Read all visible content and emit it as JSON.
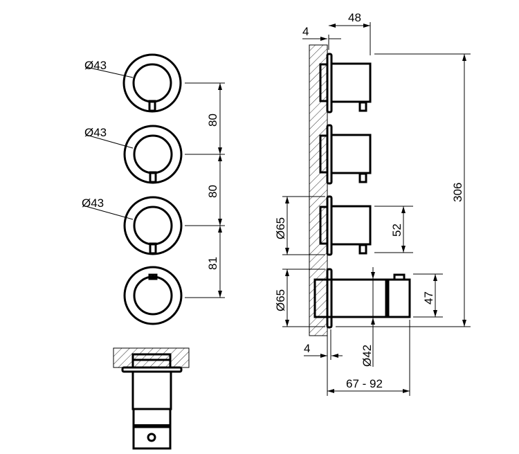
{
  "front_view": {
    "diameter_labels": [
      "Ø43",
      "Ø43",
      "Ø43"
    ],
    "spacing_labels": [
      "80",
      "80",
      "81"
    ]
  },
  "side_view": {
    "flange_thickness_top": "4",
    "body_depth": "48",
    "total_height": "306",
    "plate_diameter_1": "Ø65",
    "plate_diameter_2": "Ø65",
    "body_height": "52",
    "cap_height": "47",
    "cap_diameter": "Ø42",
    "flange_thickness_bottom": "4",
    "adjustable_depth": "67 - 92"
  },
  "colors": {
    "line": "#000000",
    "background": "#ffffff"
  }
}
